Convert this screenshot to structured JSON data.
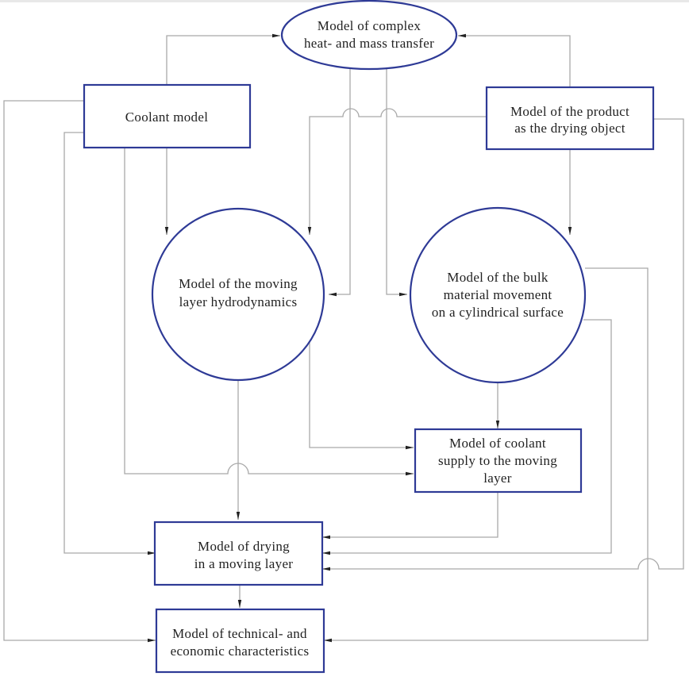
{
  "diagram": {
    "type": "flowchart",
    "colors": {
      "node_border": "#2e3a96",
      "connector": "#a9a9a9",
      "arrowhead": "#222222",
      "text": "#222222"
    },
    "nodes": [
      {
        "id": "heat_mass",
        "shape": "ellipse",
        "lines": [
          "Model of complex",
          "heat- and mass transfer"
        ]
      },
      {
        "id": "coolant",
        "shape": "rect",
        "lines": [
          "Coolant model"
        ]
      },
      {
        "id": "product",
        "shape": "rect",
        "lines": [
          "Model of the product",
          "as the drying object"
        ]
      },
      {
        "id": "hydro",
        "shape": "circle",
        "lines": [
          "Model of the moving",
          "layer hydrodynamics"
        ]
      },
      {
        "id": "bulk",
        "shape": "circle",
        "lines": [
          "Model of the bulk",
          "material movement",
          "on a cylindrical surface"
        ]
      },
      {
        "id": "supply",
        "shape": "rect",
        "lines": [
          "Model of coolant",
          "supply to the moving",
          "layer"
        ]
      },
      {
        "id": "drying",
        "shape": "rect",
        "lines": [
          "Model of drying",
          "in a moving layer"
        ]
      },
      {
        "id": "techecon",
        "shape": "rect",
        "lines": [
          "Model of technical- and",
          "economic characteristics"
        ]
      }
    ],
    "edges": [
      {
        "from": "coolant",
        "to": "heat_mass"
      },
      {
        "from": "product",
        "to": "heat_mass"
      },
      {
        "from": "coolant",
        "to": "hydro"
      },
      {
        "from": "product",
        "to": "hydro"
      },
      {
        "from": "product",
        "to": "bulk"
      },
      {
        "from": "heat_mass",
        "to": "hydro"
      },
      {
        "from": "heat_mass",
        "to": "bulk"
      },
      {
        "from": "coolant",
        "to": "techecon"
      },
      {
        "from": "coolant",
        "to": "drying"
      },
      {
        "from": "coolant",
        "to": "supply"
      },
      {
        "from": "hydro",
        "to": "supply"
      },
      {
        "from": "hydro",
        "to": "drying"
      },
      {
        "from": "bulk",
        "to": "supply"
      },
      {
        "from": "supply",
        "to": "drying"
      },
      {
        "from": "bulk",
        "to": "drying"
      },
      {
        "from": "product",
        "to": "drying"
      },
      {
        "from": "drying",
        "to": "techecon"
      },
      {
        "from": "bulk",
        "to": "techecon"
      }
    ]
  }
}
